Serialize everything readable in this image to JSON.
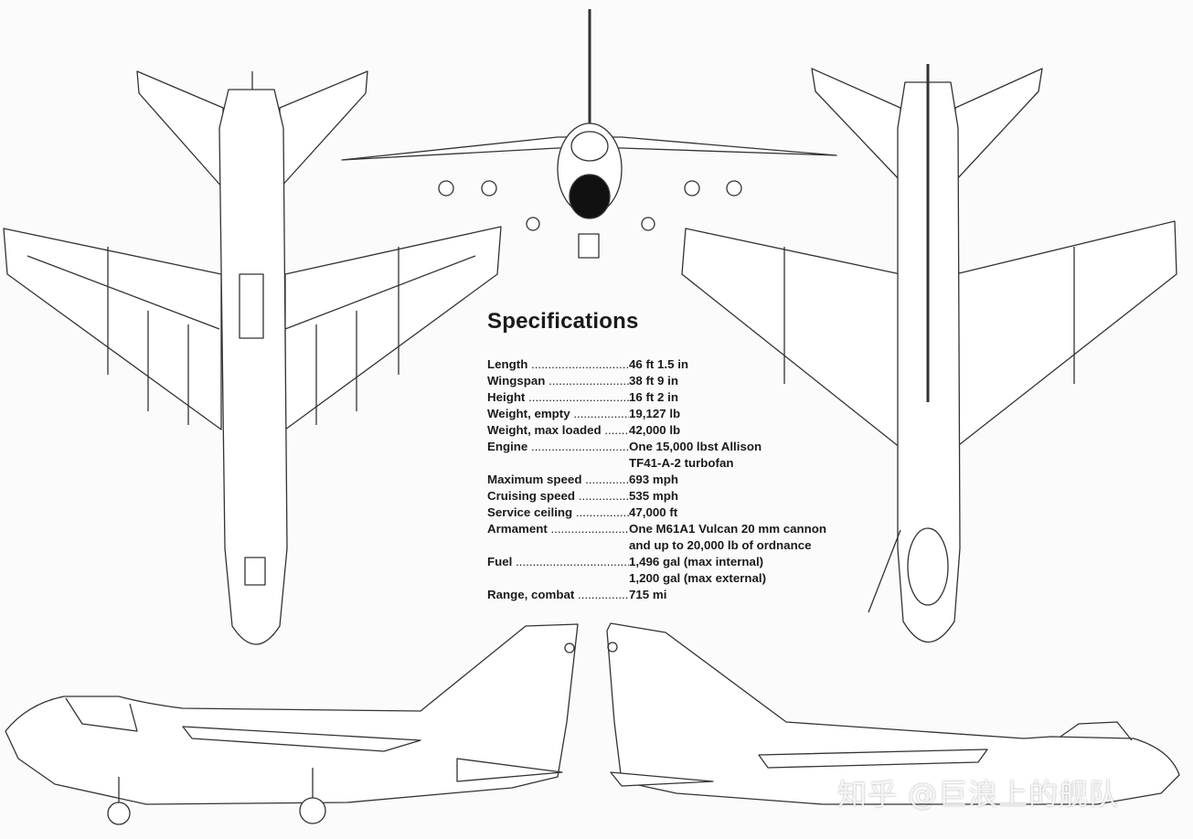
{
  "title": "Specifications",
  "specs": [
    {
      "label": "Length",
      "value": "46 ft 1.5 in"
    },
    {
      "label": "Wingspan",
      "value": "38 ft 9 in"
    },
    {
      "label": "Height",
      "value": "16 ft 2 in"
    },
    {
      "label": "Weight, empty",
      "value": "19,127 lb"
    },
    {
      "label": "Weight, max loaded",
      "value": "42,000 lb"
    },
    {
      "label": "Engine",
      "value": "One 15,000 lbst Allison\nTF41-A-2 turbofan"
    },
    {
      "label": "Maximum speed",
      "value": "693 mph"
    },
    {
      "label": "Cruising speed",
      "value": "535 mph"
    },
    {
      "label": "Service ceiling",
      "value": "47,000 ft"
    },
    {
      "label": "Armament",
      "value": "One M61A1 Vulcan 20 mm cannon\nand up to 20,000 lb of ordnance"
    },
    {
      "label": "Fuel",
      "value": "1,496 gal (max internal)\n1,200 gal (max external)"
    },
    {
      "label": "Range, combat",
      "value": "715 mi"
    }
  ],
  "watermark": "知乎 @巨浪上的舰队",
  "colors": {
    "line": "#333333",
    "background": "#fbfbfb"
  }
}
